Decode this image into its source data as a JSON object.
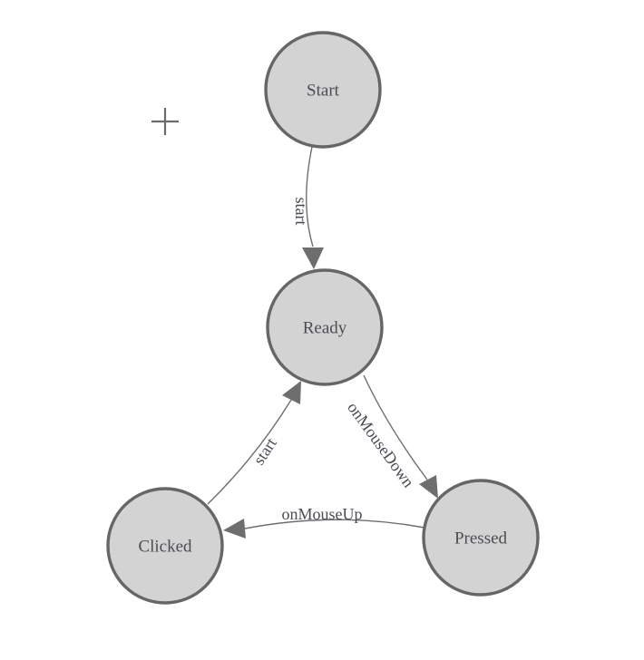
{
  "diagram": {
    "nodes": [
      {
        "id": "start",
        "label": "Start"
      },
      {
        "id": "ready",
        "label": "Ready"
      },
      {
        "id": "clicked",
        "label": "Clicked"
      },
      {
        "id": "pressed",
        "label": "Pressed"
      }
    ],
    "edges": [
      {
        "from": "start",
        "to": "ready",
        "label": "start"
      },
      {
        "from": "ready",
        "to": "pressed",
        "label": "onMouseDown"
      },
      {
        "from": "pressed",
        "to": "clicked",
        "label": "onMouseUp"
      },
      {
        "from": "clicked",
        "to": "ready",
        "label": "start"
      }
    ],
    "cursor_marker": "plus-crosshair",
    "colors": {
      "background": "#ffffff",
      "node_fill": "#d3d3d3",
      "node_border": "#666666",
      "node_text": "#4c4c52",
      "edge_stroke": "#6e6e6e",
      "edge_label_text": "#4b4b55",
      "cursor_marker": "#6b6b6b"
    }
  }
}
